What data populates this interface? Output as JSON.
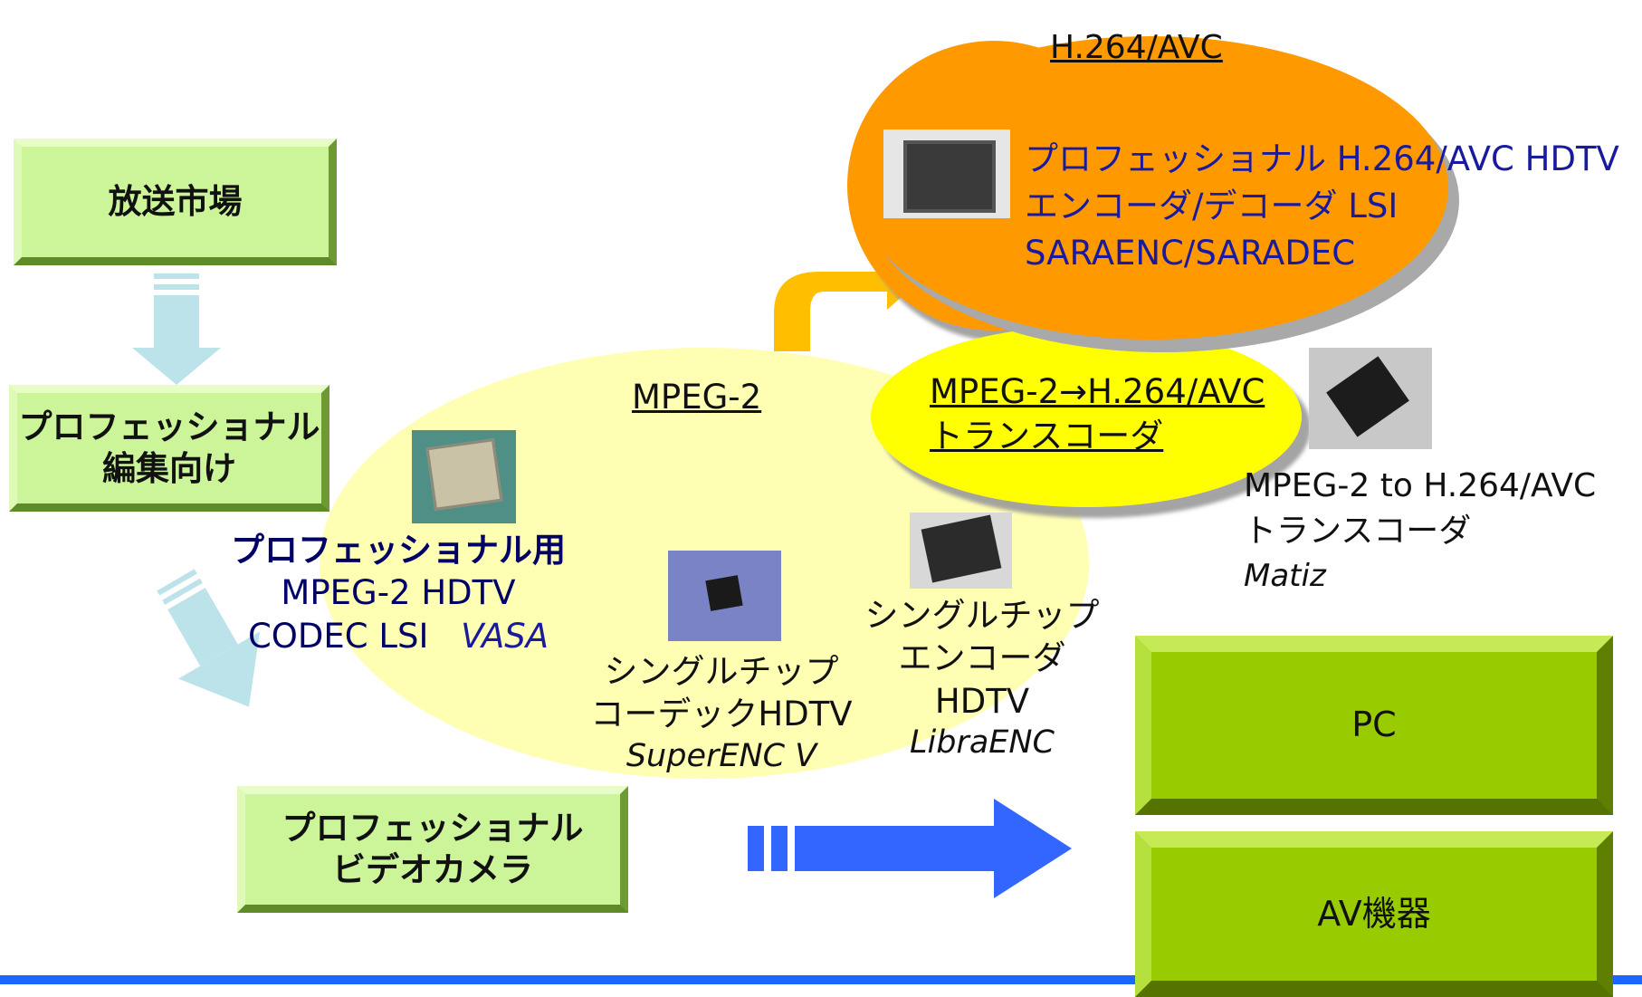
{
  "left_column": {
    "broadcast_market": "放送市場",
    "professional_editing": [
      "プロフェッショナル",
      "編集向け"
    ],
    "professional_camera": [
      "プロフェッショナル",
      "ビデオカメラ"
    ]
  },
  "mpeg2_group": {
    "title": "MPEG-2",
    "vasa": {
      "line1": "プロフェッショナル用",
      "line2": "MPEG-2 HDTV",
      "line3": "CODEC LSI",
      "name": "VASA"
    },
    "superenc": {
      "line1": "シングルチップ",
      "line2": "コーデックHDTV",
      "name": "SuperENC V"
    },
    "libraenc": {
      "line1": "シングルチップ",
      "line2": "エンコーダ",
      "line3": "HDTV",
      "name": "LibraENC"
    }
  },
  "h264_group": {
    "title": "H.264/AVC",
    "line1": "プロフェッショナル H.264/AVC HDTV",
    "line2": "エンコーダ/デコーダ LSI",
    "line3": "SARAENC/SARADEC"
  },
  "transcoder_group": {
    "title_line1": "MPEG-2→H.264/AVC",
    "title_line2": "トランスコーダ",
    "matiz": {
      "line1": "MPEG-2 to H.264/AVC",
      "line2": "トランスコーダ",
      "name": "Matiz"
    }
  },
  "right_column": {
    "pc": "PC",
    "av": "AV機器"
  },
  "colors": {
    "light_green_box": "#ccf59a",
    "dark_green_box": "#99cc00",
    "pale_yellow_ellipse": "#ffffb3",
    "orange_ellipse": "#ff9900",
    "yellow_ellipse": "#ffff00",
    "arrow_blue": "#3366ff",
    "arrow_light_blue": "#bde3ea",
    "bottom_line": "#1a66ff"
  }
}
